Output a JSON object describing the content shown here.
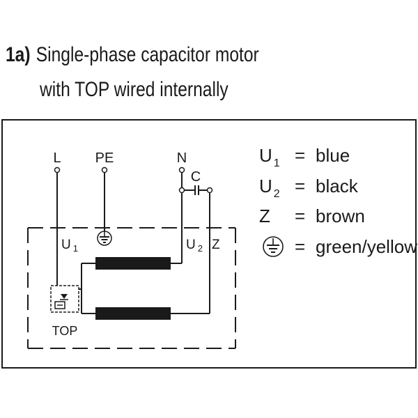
{
  "title": {
    "number": "1a)",
    "line1": "Single-phase capacitor motor",
    "line2": "with TOP wired internally"
  },
  "terminals": {
    "L": "L",
    "PE": "PE",
    "N": "N",
    "C": "C"
  },
  "winding_labels": {
    "u1": "U",
    "u1_sub": "1",
    "u2": "U",
    "u2_sub": "2",
    "z": "Z"
  },
  "protector_label": "TOP",
  "legend": [
    {
      "symbol": "U",
      "sub": "1",
      "eq": "=",
      "value": "blue"
    },
    {
      "symbol": "U",
      "sub": "2",
      "eq": "=",
      "value": "black"
    },
    {
      "symbol": "Z",
      "sub": "",
      "eq": "=",
      "value": "brown"
    },
    {
      "symbol": "earth-icon",
      "sub": "",
      "eq": "=",
      "value": "green/yellow"
    }
  ],
  "colors": {
    "line": "#1a1a1a",
    "winding": "#1a1a1a"
  }
}
